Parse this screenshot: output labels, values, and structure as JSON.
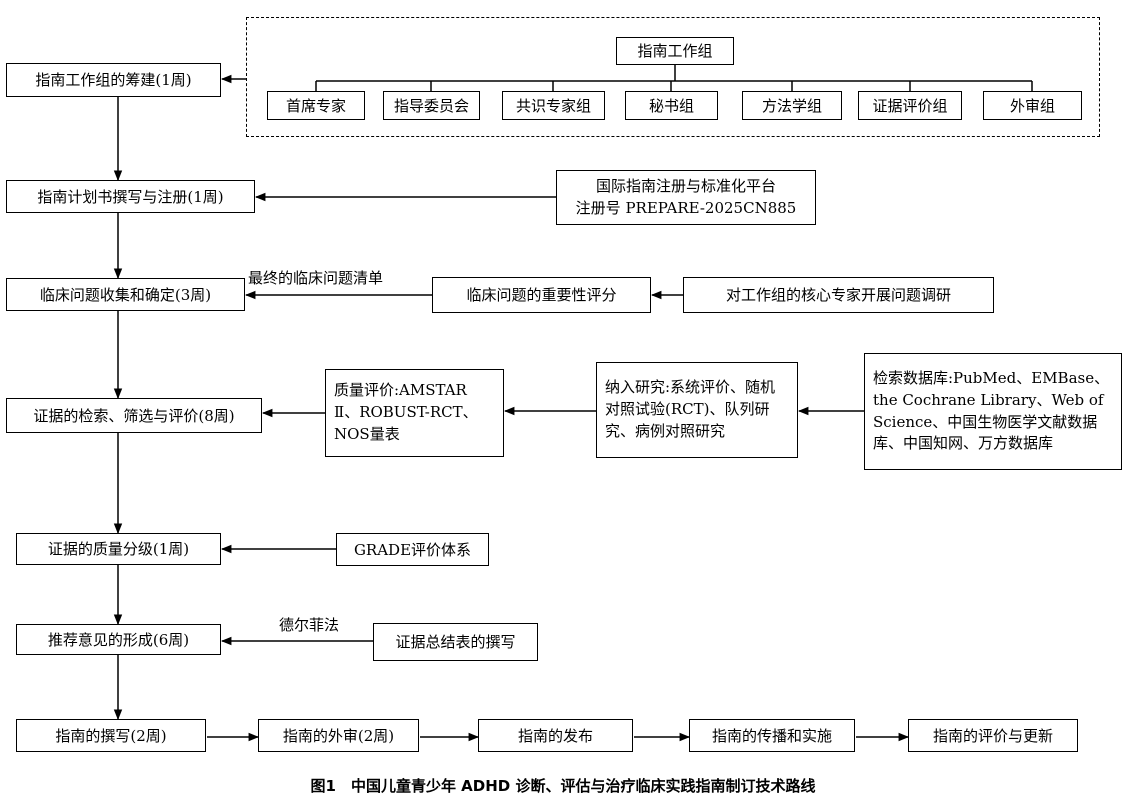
{
  "nodes": {
    "group_title": "指南工作组",
    "g1": "首席专家",
    "g2": "指导委员会",
    "g3": "共识专家组",
    "g4": "秘书组",
    "g5": "方法学组",
    "g6": "证据评价组",
    "g7": "外审组",
    "step1": "指南工作组的筹建(1周)",
    "step2": "指南计划书撰写与注册(1周)",
    "registry_line1": "国际指南注册与标准化平台",
    "registry_line2": "注册号 PREPARE-2025CN885",
    "step3": "临床问题收集和确定(3周)",
    "importance": "临床问题的重要性评分",
    "survey": "对工作组的核心专家开展问题调研",
    "step4": "证据的检索、筛选与评价(8周)",
    "quality": "质量评价:AMSTAR Ⅱ、ROBUST-RCT、NOS量表",
    "inclusion": "纳入研究:系统评价、随机对照试验(RCT)、队列研究、病例对照研究",
    "databases": "检索数据库:PubMed、EMBase、the Cochrane Library、Web of Science、中国生物医学文献数据库、中国知网、万方数据库",
    "step5": "证据的质量分级(1周)",
    "grade": "GRADE评价体系",
    "step6": "推荐意见的形成(6周)",
    "summary": "证据总结表的撰写",
    "b1": "指南的撰写(2周)",
    "b2": "指南的外审(2周)",
    "b3": "指南的发布",
    "b4": "指南的传播和实施",
    "b5": "指南的评价与更新"
  },
  "labels": {
    "final_list": "最终的临床问题清单",
    "delphi": "德尔菲法"
  },
  "caption": "图1　中国儿童青少年 ADHD 诊断、评估与治疗临床实践指南制订技术路线"
}
